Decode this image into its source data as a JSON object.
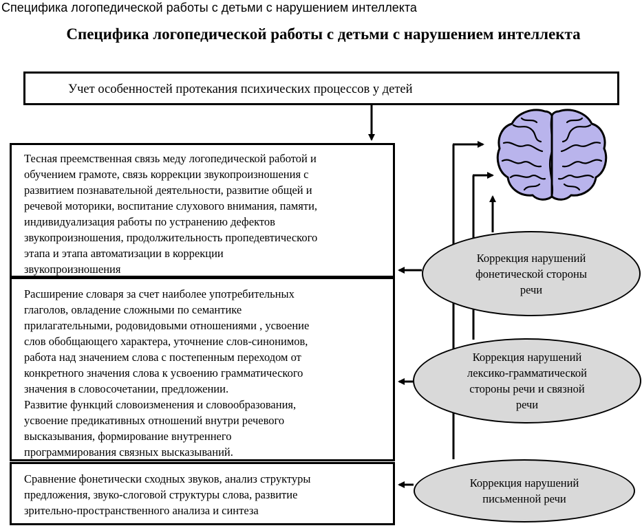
{
  "slide_title": "Специфика логопедической работы с детьми с нарушением интеллекта",
  "heading": "Специфика логопедической работы с детьми с нарушением интеллекта",
  "top_box": "Учет особенностей протекания психических процессов у  детей",
  "box1": {
    "lines": [
      "Тесная преемственная связь меду логопедической работой и",
      "обучением грамоте, связь коррекции звукопроизношения с",
      "развитием познавательной деятельности, развитие общей и",
      "речевой моторики, воспитание слухового внимания, памяти,",
      "индивидуализация работы по устранению дефектов",
      "звукопроизношения, продолжительность пропедевтического",
      "этапа и этапа автоматизации в коррекции",
      "звукопроизношения"
    ]
  },
  "box2": {
    "lines": [
      "Расширение словаря за счет  наиболее употребительных",
      "глаголов, овладение сложными по семантике",
      "прилагательными, родовидовыми отношениями , усвоение",
      "слов обобщающего характера, уточнение слов-синонимов,",
      "работа над значением слова с постепенным переходом  от",
      "конкретного значения слова к усвоению грамматического",
      "значения в словосочетании, предложении.",
      "Развитие функций словоизменения и словообразования,",
      "усвоение предикативных отношений  внутри речевого",
      "высказывания, формирование внутреннего",
      "программирования связных высказываний."
    ]
  },
  "box3": {
    "lines": [
      "Сравнение фонетически сходных звуков, анализ структуры",
      "предложения, звуко-слоговой структуры слова, развитие",
      "зрительно-пространственного  анализа и синтеза"
    ]
  },
  "ellipse1": {
    "lines": [
      "Коррекция нарушений",
      "фонетической стороны",
      "речи"
    ]
  },
  "ellipse2": {
    "lines": [
      "Коррекция нарушений",
      "лексико-грамматической",
      "стороны речи и связной",
      "речи"
    ]
  },
  "ellipse3": {
    "lines": [
      "Коррекция нарушений",
      "письменной речи"
    ]
  },
  "colors": {
    "ellipse_fill": "#d9d9d9",
    "brain_fill": "#b9b4ec",
    "line": "#000000"
  },
  "icons": [
    "brain-icon"
  ]
}
